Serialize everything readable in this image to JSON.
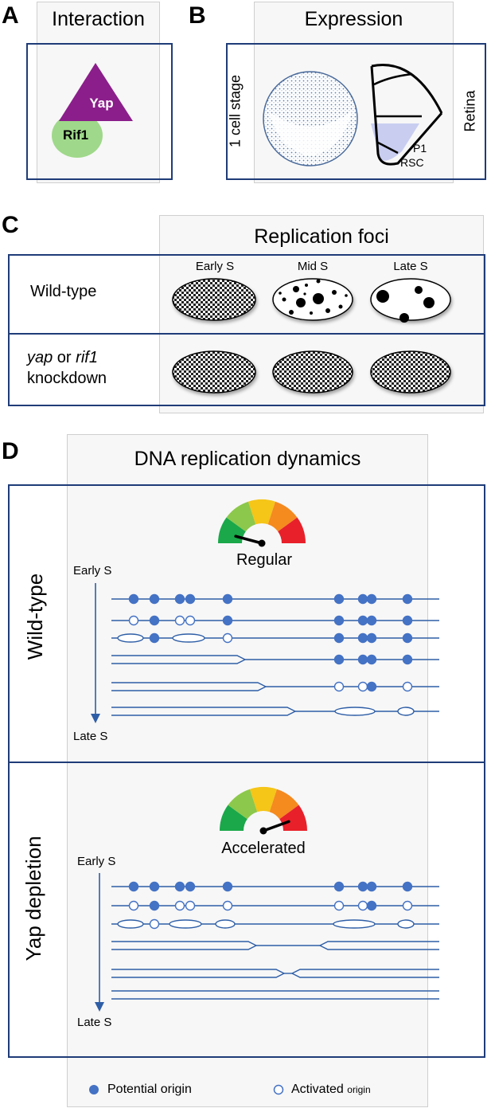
{
  "panel_a": {
    "letter": "A",
    "title": "Interaction",
    "triangle_label": "Yap",
    "circle_label": "Rif1",
    "colors": {
      "triangle": "#8b1e8b",
      "circle": "#9fd88a"
    }
  },
  "panel_b": {
    "letter": "B",
    "title": "Expression",
    "left_label": "1 cell stage",
    "right_label": "Retina",
    "region_label_1": "P1",
    "region_label_2": "RSC",
    "colors": {
      "region": "#c9cdf0",
      "embryo": "#5a7fb5"
    }
  },
  "panel_c": {
    "letter": "C",
    "title": "Replication foci",
    "stages": [
      "Early S",
      "Mid S",
      "Late S"
    ],
    "row1_label": "Wild-type",
    "row2_label_italic_1": "yap",
    "row2_label_mid": " or ",
    "row2_label_italic_2": "rif1",
    "row2_label_line2": "knockdown"
  },
  "panel_d": {
    "letter": "D",
    "title": "DNA replication dynamics",
    "wt_label": "Wild-type",
    "wt_gauge_label": "Regular",
    "yap_label": "Yap depletion",
    "yap_gauge_label": "Accelerated",
    "early_label": "Early S",
    "late_label": "Late S",
    "legend_potential": "Potential origin",
    "legend_activated_main": "Activated",
    "legend_activated_sub": "origin",
    "colors": {
      "line": "#2e5ea6",
      "dot": "#4472c4",
      "gauge_green": "#1aa84a",
      "gauge_lightgreen": "#8cc84b",
      "gauge_yellow": "#f5c518",
      "gauge_orange": "#f58a1f",
      "gauge_red": "#e8202a"
    }
  }
}
